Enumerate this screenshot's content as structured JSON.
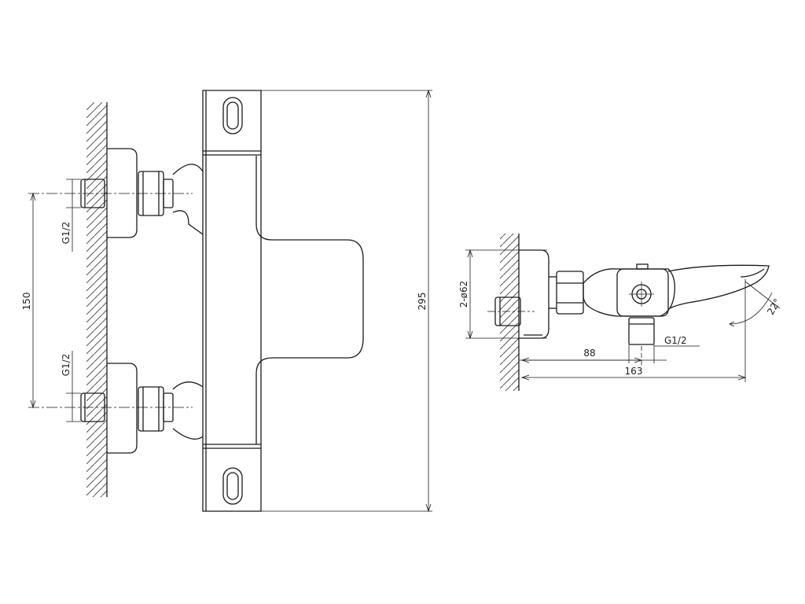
{
  "labels": {
    "height_total": "295",
    "inlet_spacing": "150",
    "thread_top": "G1/2",
    "thread_bottom": "G1/2",
    "side_thread": "G1/2",
    "flange_diameter": "2-ø62",
    "depth_outlet": "88",
    "depth_total": "163",
    "angle": "22°"
  },
  "colors": {
    "line": "#1a1a1a",
    "hatch": "#555555",
    "background": "#ffffff"
  }
}
